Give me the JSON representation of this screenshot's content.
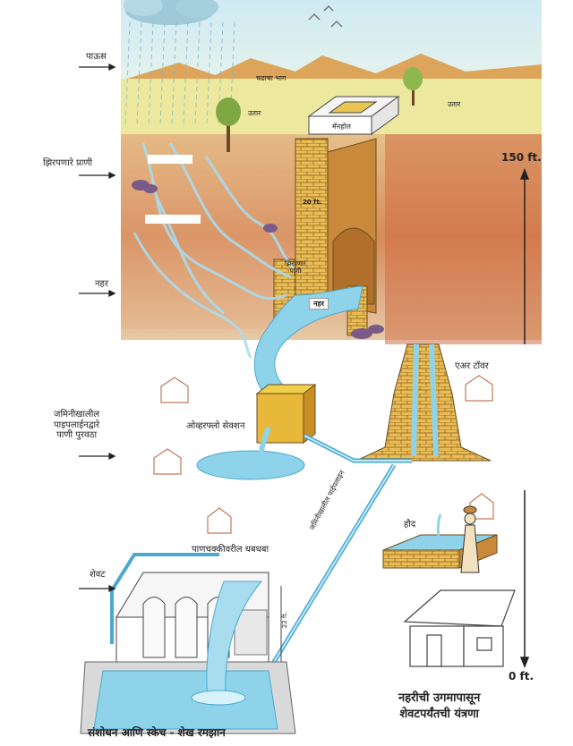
{
  "labels": {
    "rain": "पाऊस",
    "seeping_creatures": "झिरपणारे प्राणी",
    "nahar_left": "नहर",
    "underground_pipeline": [
      "जमिनीखालील",
      "पाइपलाईनद्वारे",
      "पाणी पुरवठा"
    ],
    "end": "शेवट",
    "upper_part": "चढाचा भाग",
    "slope_left": "उतार",
    "slope_right": "उतार",
    "manhole": "मॅनहोल",
    "seepage_water": [
      "झिरपणारं",
      "पाणी"
    ],
    "nahar_channel": "नहर",
    "overflow_section": "ओव्हरफ्लो सेक्शन",
    "air_tower": "एअर टॉवर",
    "underground_pipeline_diag": "जमिनीखालील पाईपलाइन",
    "haud": "हौद",
    "waterwheel_falls": "पाणचक्कीवरील धबधबा",
    "height_22ft": "22 ft.",
    "dim_20ft": "20 ft.",
    "scale_top": "150 ft.",
    "scale_bottom": "0 ft.",
    "caption": [
      "नहरीची उगमापासून",
      "शेवटपर्यंतची यंत्रणा"
    ],
    "credit": "संशोधन आणि स्केच - शेख रमझान"
  },
  "colors": {
    "sky": "#dff2f6",
    "soil_top": "#e9e59a",
    "soil_mid": "#d8915e",
    "soil_dark": "#c0643c",
    "water": "#8fd3ea",
    "water_dark": "#4aa9cf",
    "brick": "#e6b54a",
    "brick_line": "#8a5a1e",
    "hill": "#d9a45a"
  }
}
